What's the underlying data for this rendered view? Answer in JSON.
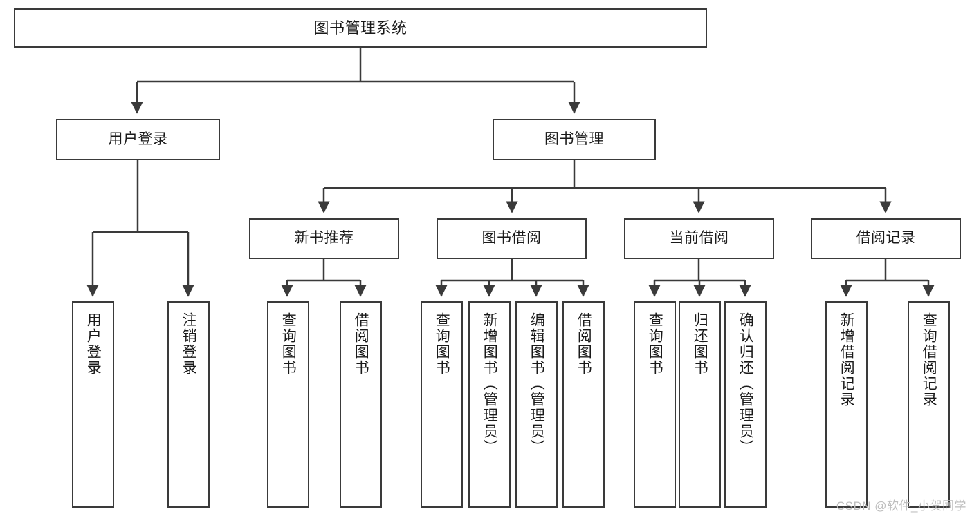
{
  "diagram": {
    "title": "图书管理系统",
    "type": "tree-hierarchy-diagram",
    "colors": {
      "box_border": "#3a3a3a",
      "box_fill": "#ffffff",
      "edge": "#3a3a3a",
      "text": "#1a1a1a",
      "watermark": "#bdbdbd",
      "background": "#ffffff"
    },
    "nodes": {
      "root": {
        "label": "图书管理系统"
      },
      "level2": [
        {
          "label": "用户登录"
        },
        {
          "label": "图书管理"
        }
      ],
      "level3": [
        {
          "label": "新书推荐"
        },
        {
          "label": "图书借阅"
        },
        {
          "label": "当前借阅"
        },
        {
          "label": "借阅记录"
        }
      ],
      "leaves_user_login": [
        {
          "label": "用户登录"
        },
        {
          "label": "注销登录"
        }
      ],
      "leaves_new_book": [
        {
          "label": "查询图书"
        },
        {
          "label": "借阅图书"
        }
      ],
      "leaves_borrow": [
        {
          "label": "查询图书"
        },
        {
          "label": "新增图书（管理员）"
        },
        {
          "label": "编辑图书（管理员）"
        },
        {
          "label": "借阅图书"
        }
      ],
      "leaves_current": [
        {
          "label": "查询图书"
        },
        {
          "label": "归还图书"
        },
        {
          "label": "确认归还（管理员）"
        }
      ],
      "leaves_records": [
        {
          "label": "新增借阅记录"
        },
        {
          "label": "查询借阅记录"
        }
      ]
    },
    "watermark": "CSDN @软件_小贺同学"
  }
}
